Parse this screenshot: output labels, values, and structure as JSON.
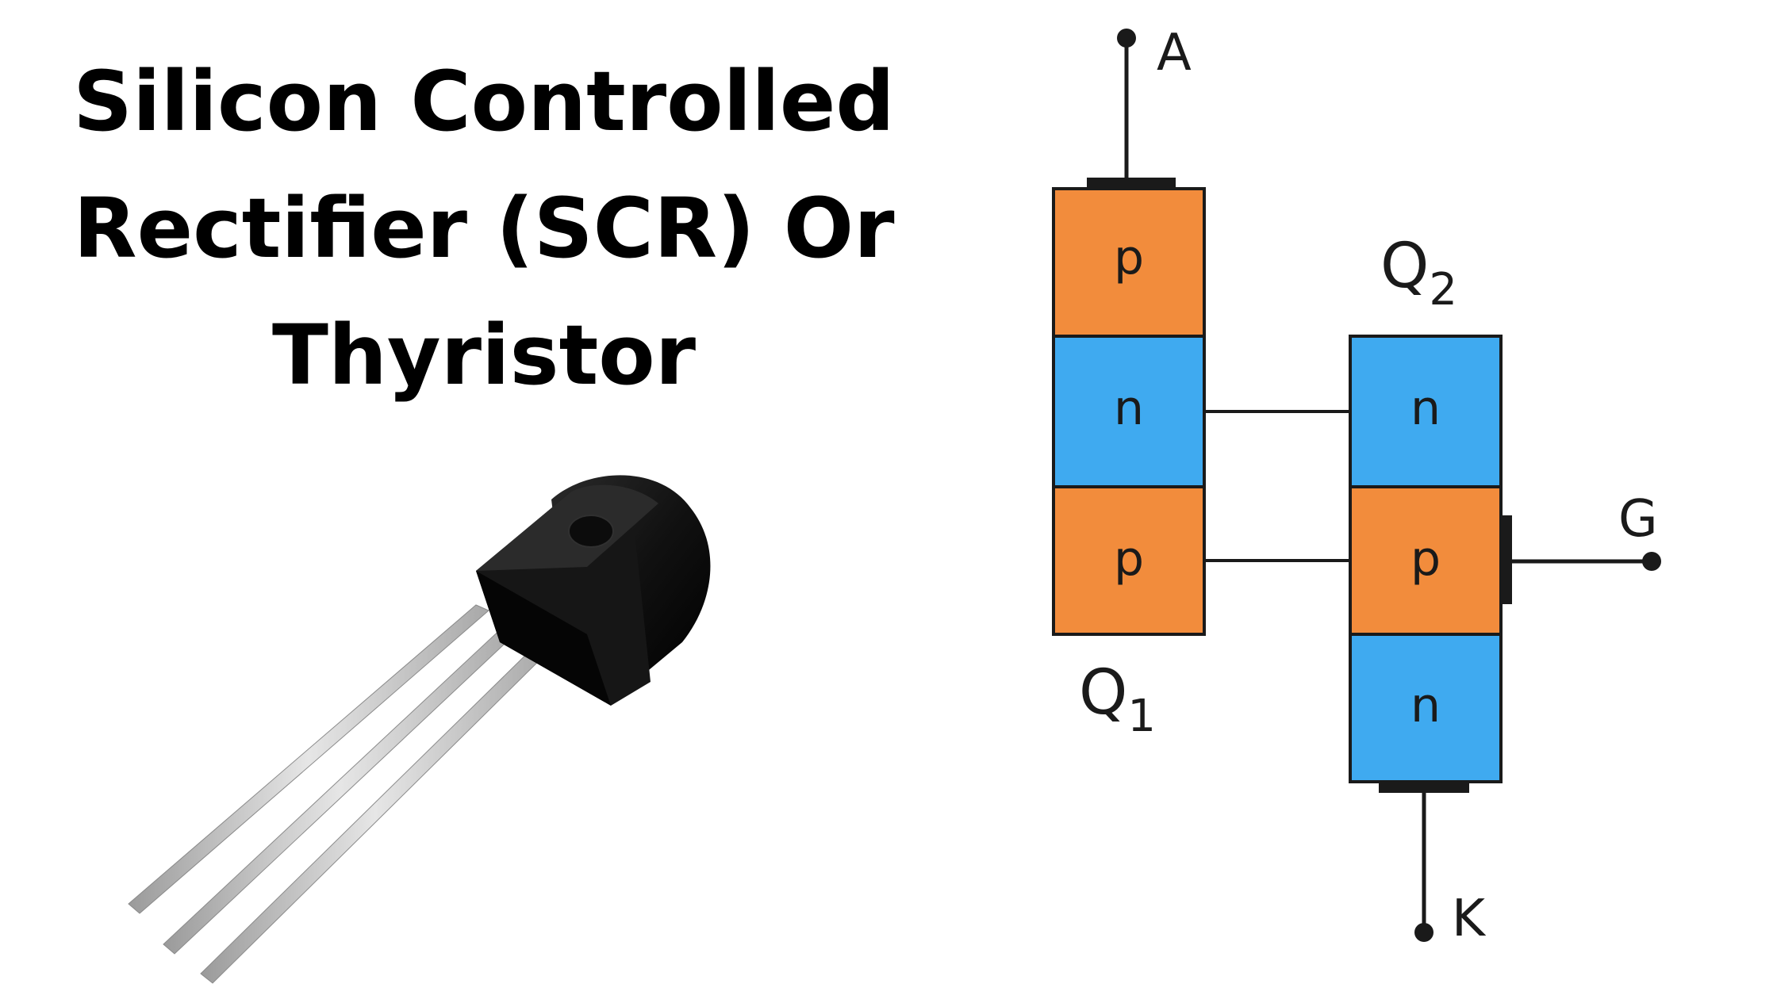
{
  "title": {
    "line1": "Silicon Controlled",
    "line2": "Rectifier (SCR) Or",
    "line3": "Thyristor"
  },
  "diagram": {
    "terminals": {
      "anode": "A",
      "gate": "G",
      "cathode": "K"
    },
    "q1": {
      "label": "Q",
      "subscript": "1",
      "layers": [
        "p",
        "n",
        "p"
      ]
    },
    "q2": {
      "label": "Q",
      "subscript": "2",
      "layers": [
        "n",
        "p",
        "n"
      ]
    }
  },
  "colors": {
    "p_layer": "#F28C3C",
    "n_layer": "#3FAAF0",
    "outline": "#1a1a1a",
    "component_body": "#111111",
    "lead": "#c9c9c9"
  }
}
